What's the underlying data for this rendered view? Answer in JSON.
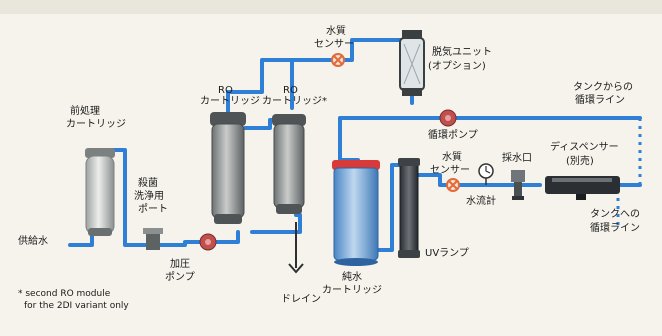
{
  "diagram": {
    "labels": {
      "feed_water": "供給水",
      "pretreatment_line1": "前処理",
      "pretreatment_line2": "カートリッジ",
      "sanitization_line1": "殺菌",
      "sanitization_line2": "洗浄用",
      "sanitization_line3": "ポート",
      "booster_line1": "加圧",
      "booster_line2": "ポンプ",
      "ro1_line1": "RO",
      "ro1_line2": "カートリッジ",
      "ro2_line1": "RO",
      "ro2_line2": "カートリッジ*",
      "drain": "ドレイン",
      "wq_sensor1_line1": "水質",
      "wq_sensor1_line2": "センサー",
      "degas_line1": "脱気ユニット",
      "degas_line2": "(オプション)",
      "tank_from_line1": "タンクからの",
      "tank_from_line2": "循環ライン",
      "recirc_pump": "循環ポンプ",
      "wq_sensor2_line1": "水質",
      "wq_sensor2_line2": "センサー",
      "flow_meter": "水流計",
      "sampling_port": "採水口",
      "dispenser_line1": "ディスペンサー",
      "dispenser_line2": "(別売)",
      "tank_to_line1": "タンクへの",
      "tank_to_line2": "循環ライン",
      "uv_lamp": "UVランプ",
      "pure_line1": "純水",
      "pure_line2": "カートリッジ",
      "footnote_line1": "* second RO module",
      "footnote_line2": "for the 2DI variant only"
    },
    "colors": {
      "pipe": "#2f7fd6",
      "pipe_dark": "#1e5fa8",
      "cartridge_body": "#d8dad6",
      "cartridge_dark": "#5c6163",
      "pure_body": "#5a9bd6",
      "pure_cap": "#d83a3a",
      "pump": "#c0504d",
      "sensor": "#e06a3a",
      "background": "#f5f3ec"
    }
  }
}
